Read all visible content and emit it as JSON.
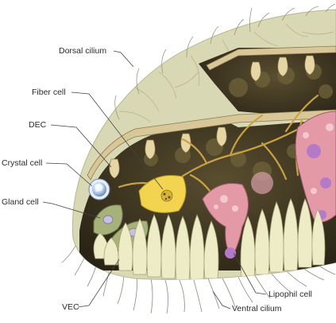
{
  "labels": {
    "dorsal_cilium": "Dorsal cilium",
    "fiber_cell": "Fiber cell",
    "dec": "DEC",
    "crystal_cell": "Crystal cell",
    "gland_cell": "Gland cell",
    "vec": "VEC",
    "ventral_cilium": "Ventral cilium",
    "lipophil_cell": "Lipophil cell"
  },
  "colors": {
    "dorsal_surface": "#d9d8b4",
    "body_interior": "#3b3320",
    "fiber_network": "#c9a343",
    "fiber_cell": "#f3d451",
    "ventral_epithelium": "#eeecc6",
    "gland_cell": "#a6b27a",
    "lipophil_cell": "#e39aa6",
    "lipophil_vacuole": "#b57ac7",
    "crystal": "#a9c6e6",
    "label_line": "#444444"
  }
}
